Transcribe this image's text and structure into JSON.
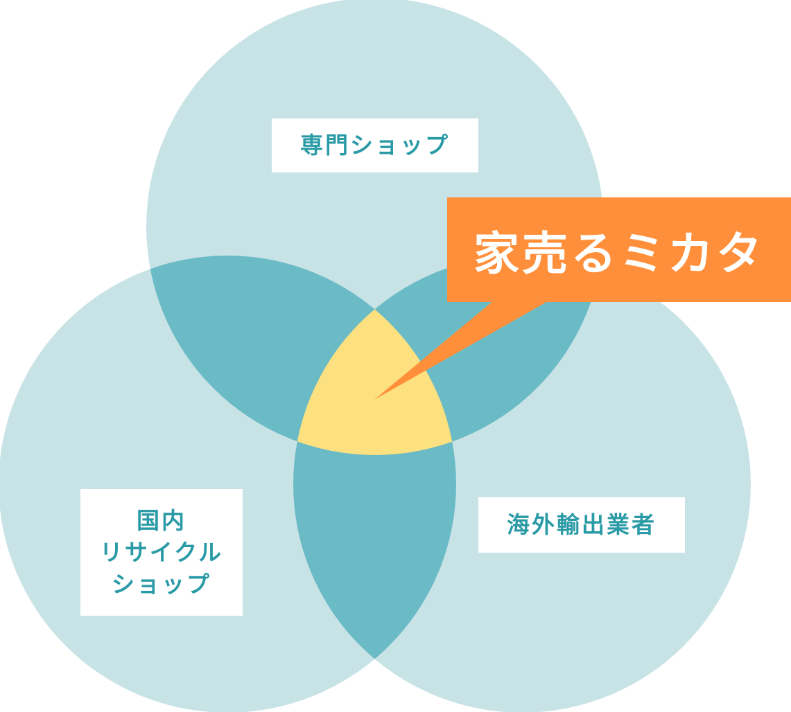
{
  "labels": {
    "top": "専門ショップ",
    "left_lines": [
      "国内",
      "リサイクル",
      "ショップ"
    ],
    "right": "海外輸出業者"
  },
  "callout": "家売るミカタ",
  "colors": {
    "circle_fill": "#c8e3e6",
    "overlap_fill": "#6bbbc6",
    "center_fill": "#fde07f",
    "label_text": "#2a9ba6",
    "callout_fill": "#ff8f3a",
    "callout_text": "#ffffff"
  }
}
